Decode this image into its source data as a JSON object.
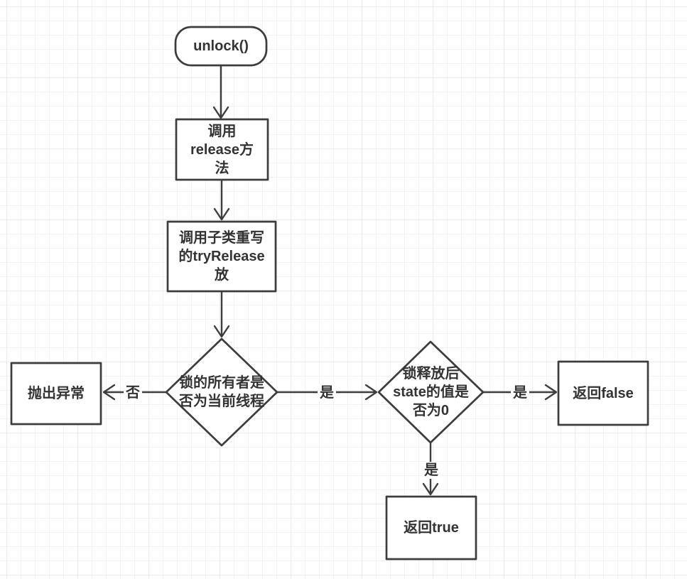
{
  "diagram": {
    "nodes": {
      "start": {
        "label": "unlock()"
      },
      "call_release": {
        "lines": [
          "调用",
          "release方",
          "法"
        ]
      },
      "call_tryrelease": {
        "lines": [
          "调用子类重写",
          "的tryRelease",
          "放"
        ]
      },
      "owner_check": {
        "lines": [
          "锁的所有者是",
          "否为当前线程"
        ]
      },
      "throw_exception": {
        "label": "抛出异常"
      },
      "state_check": {
        "lines": [
          "锁释放后",
          "state的值是",
          "否为0"
        ]
      },
      "return_false": {
        "label": "返回false"
      },
      "return_true": {
        "label": "返回true"
      }
    },
    "edges": {
      "owner_to_throw": {
        "label": "否"
      },
      "owner_to_state": {
        "label": "是"
      },
      "state_to_false": {
        "label": "是"
      },
      "state_to_true": {
        "label": "是"
      }
    },
    "colors": {
      "stroke": "#3d3d3d",
      "text": "#333333",
      "background": "#ffffff",
      "grid_minor": "#f2f2f5",
      "grid_major": "#e9e9ee"
    }
  }
}
